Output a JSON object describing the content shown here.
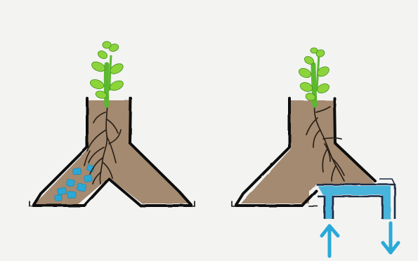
{
  "colors": {
    "soil": "#a58a6f",
    "soil_dark": "#8d7258",
    "outline": "#111111",
    "stem": "#5cb82e",
    "leaf": "#8cd43a",
    "root": "#2b2118",
    "water": "#2aa9d8",
    "water_dark": "#1b7fa8",
    "paper": "#f3f3f1"
  },
  "diagrams": [
    {
      "name": "y-planter-gravel-reservoir",
      "features": [
        "plant",
        "roots",
        "soil",
        "water-pebbles"
      ]
    },
    {
      "name": "y-planter-pipe-flow",
      "features": [
        "plant",
        "roots",
        "soil",
        "water-pipe",
        "inflow-arrow",
        "outflow-arrow"
      ]
    }
  ],
  "icons": {
    "inflow": "arrow-up-icon",
    "outflow": "arrow-down-icon"
  }
}
